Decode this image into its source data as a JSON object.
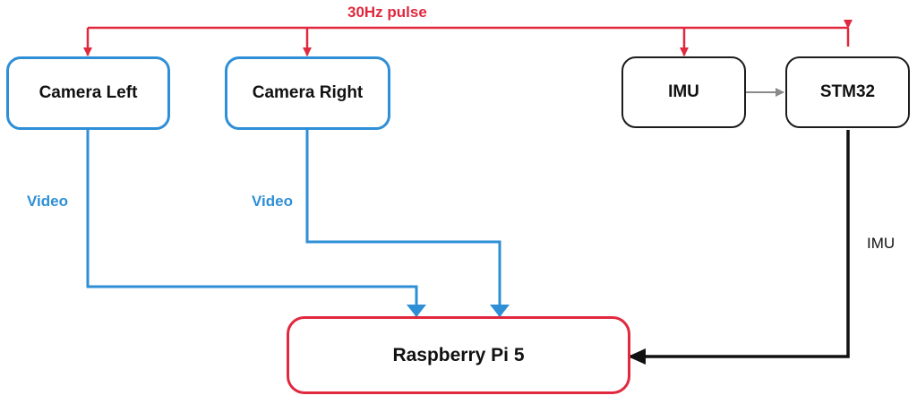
{
  "colors": {
    "sync": "#e0283e",
    "video": "#2e8fd6",
    "imu_link": "#111111",
    "internal_link": "#8a8a8a"
  },
  "nodes": {
    "camera_left": "Camera Left",
    "camera_right": "Camera Right",
    "imu": "IMU",
    "stm32": "STM32",
    "raspberry_pi": "Raspberry Pi 5"
  },
  "edge_labels": {
    "pulse": "30Hz pulse",
    "video_left": "Video",
    "video_right": "Video",
    "imu_data": "IMU"
  }
}
